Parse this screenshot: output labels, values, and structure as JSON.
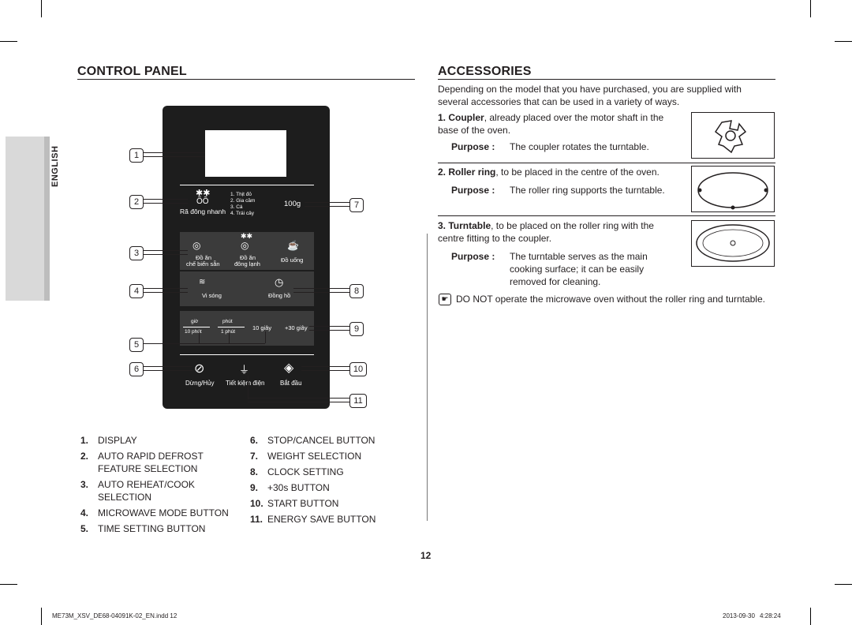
{
  "side_tab": {
    "label": "ENGLISH"
  },
  "control_panel": {
    "heading": "CONTROL PANEL",
    "panel": {
      "defrost_label": "Rã đông nhanh",
      "defrost_items": [
        "1. Thịt đỏ",
        "2. Gia cầm",
        "3. Cá",
        "4. Trái cây"
      ],
      "weight": "100g",
      "reheat_label_1a": "Đồ ăn",
      "reheat_label_1b": "chế biến sẵn",
      "reheat_label_2a": "Đồ ăn",
      "reheat_label_2b": "đông lạnh",
      "reheat_label_3": "Đồ uống",
      "microwave_label": "Vi sóng",
      "clock_label": "Đồng hồ",
      "hour_label": "giờ",
      "minute_label": "phút",
      "ten_min": "10 phút",
      "one_min": "1 phút",
      "ten_sec": "10 giây",
      "plus30": "+30 giây",
      "stop_label": "Dừng/Hủy",
      "eco_label": "Tiết kiệm điện",
      "start_label": "Bắt đầu"
    },
    "callouts": [
      "1",
      "2",
      "3",
      "4",
      "5",
      "6",
      "7",
      "8",
      "9",
      "10",
      "11"
    ],
    "legend_left": [
      {
        "num": "1.",
        "text": "DISPLAY"
      },
      {
        "num": "2.",
        "text": "AUTO RAPID DEFROST",
        "text2": "FEATURE SELECTION"
      },
      {
        "num": "3.",
        "text": "AUTO REHEAT/COOK",
        "text2": "SELECTION"
      },
      {
        "num": "4.",
        "text": "MICROWAVE MODE BUTTON"
      },
      {
        "num": "5.",
        "text": "TIME SETTING BUTTON"
      }
    ],
    "legend_right": [
      {
        "num": "6.",
        "text": "STOP/CANCEL BUTTON"
      },
      {
        "num": "7.",
        "text": "WEIGHT SELECTION"
      },
      {
        "num": "8.",
        "text": "CLOCK SETTING"
      },
      {
        "num": "9.",
        "text": "+30s BUTTON"
      },
      {
        "num": "10.",
        "text": "START BUTTON"
      },
      {
        "num": "11.",
        "text": "ENERGY SAVE BUTTON"
      }
    ]
  },
  "accessories": {
    "heading": "ACCESSORIES",
    "intro": "Depending on the model that you have purchased, you are supplied with several accessories that can be used in a variety of ways.",
    "items": [
      {
        "num": "1.",
        "name": "Coupler",
        "desc": ", already placed over the motor shaft in the base of the oven.",
        "purpose_label": "Purpose :",
        "purpose": "The coupler rotates the turntable."
      },
      {
        "num": "2.",
        "name": "Roller ring",
        "desc": ", to be placed in the centre of the oven.",
        "purpose_label": "Purpose :",
        "purpose": "The roller ring supports the turntable."
      },
      {
        "num": "3.",
        "name": "Turntable",
        "desc": ", to be placed on the roller ring with the centre fitting to the coupler.",
        "purpose_label": "Purpose :",
        "purpose": "The turntable serves as the main cooking surface; it can be easily removed for cleaning."
      }
    ],
    "note": "DO NOT operate the microwave oven without the roller ring and turntable."
  },
  "page_number": "12",
  "footer": {
    "left": "ME73M_XSV_DE68-04091K-02_EN.indd   12",
    "right": "2013-09-30     4:28:24"
  }
}
